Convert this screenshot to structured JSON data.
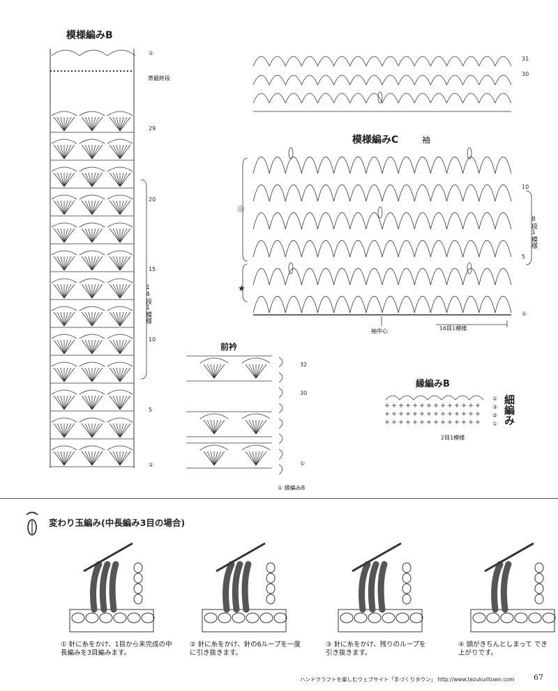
{
  "pattern_b": {
    "title": "模様編みB",
    "band_label": "帯最終段",
    "repeat_label": "14段1模様",
    "row_markers": [
      "①",
      "29",
      "20",
      "15",
      "10",
      "5",
      "①"
    ]
  },
  "pattern_c": {
    "title": "模様編みC",
    "subtitle": "袖",
    "repeat_label": "8段1模様",
    "center_label": "袖中心",
    "stitch_repeat": "16目1模様",
    "row_markers": [
      "31",
      "30",
      "10",
      "5",
      "①"
    ],
    "symbol_circle": "◎",
    "symbol_star": "★"
  },
  "front_collar": {
    "title": "前衿",
    "row_markers": [
      "32",
      "30",
      "①"
    ],
    "base_label": "① 縁編みB"
  },
  "edge_b": {
    "title": "縁編みB",
    "side_label": "細編み",
    "stitch_repeat": "2目1模様",
    "row_markers": [
      "①",
      "③",
      "②",
      "①"
    ]
  },
  "technique": {
    "title": "変わり玉編み(中長編み3目の場合)",
    "steps": [
      {
        "num": "①",
        "text": "針に糸をかけ、1目から未完成の中長編みを3目編みます。"
      },
      {
        "num": "②",
        "text": "針に糸をかけ、針の6ループを一度に引き抜きます。"
      },
      {
        "num": "③",
        "text": "針に糸をかけ、残りのループを引き抜きます。"
      },
      {
        "num": "④",
        "text": "頭がきちんとしまって でき上がりです。"
      }
    ]
  },
  "footer": {
    "text": "ハンドクラフトを楽しむウェブサイト「手づくりタウン」 http://www.tezukuritown.com",
    "page_number": "67"
  }
}
